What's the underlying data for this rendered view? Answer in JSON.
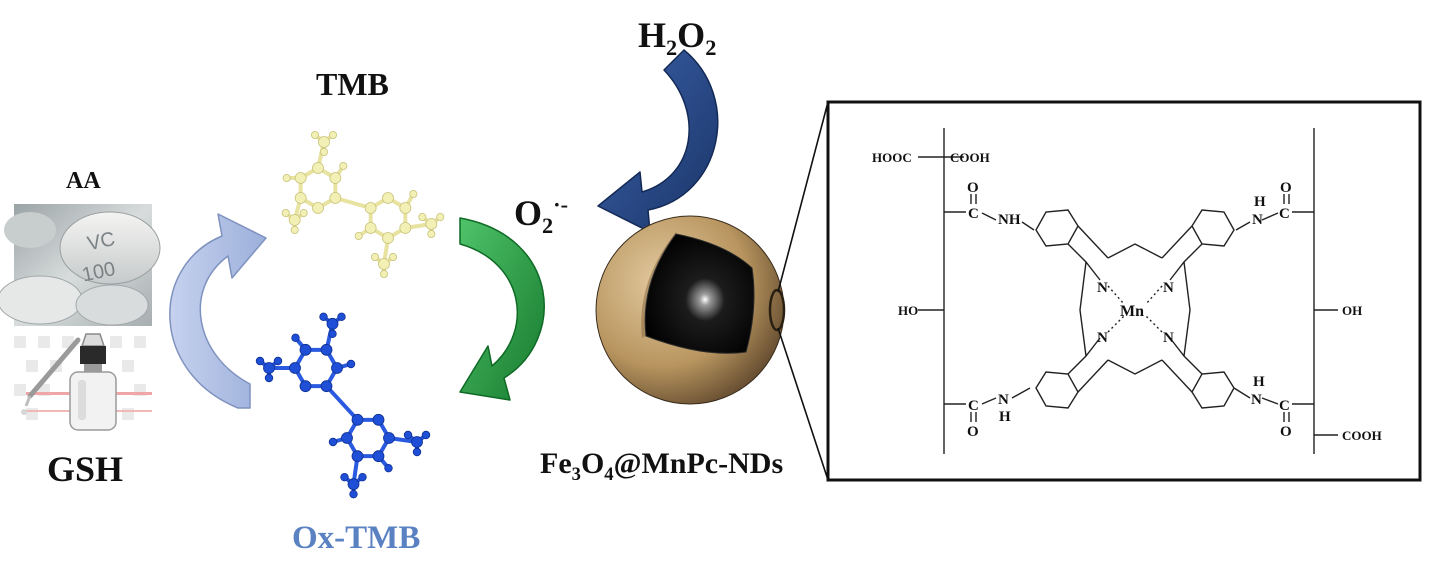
{
  "labels": {
    "tmb": "TMB",
    "aa": "AA",
    "gsh": "GSH",
    "ox_tmb": "Ox-TMB",
    "h2o2": {
      "a": "H",
      "b": "2",
      "c": "O",
      "d": "2"
    },
    "o2_radical": {
      "a": "O",
      "b": "2",
      "c": "·-"
    },
    "nanozyme": {
      "a": "Fe",
      "b": "3",
      "c": "O",
      "d": "4",
      "e": "@MnPc-NDs"
    }
  },
  "tablet_text": {
    "line1": "VC",
    "line2": "100"
  },
  "structure": {
    "hooc_top_left": "HOOC",
    "cooh_top_right": "COOH",
    "ho_left": "HO",
    "oh_right": "OH",
    "cooh_bottom_right": "COOH",
    "metal": "Mn",
    "nitrogen": "N",
    "nh": "NH",
    "n_letter": "N",
    "h_letter": "H",
    "c_letter": "C",
    "o_letter": "O"
  },
  "colors": {
    "ox_tmb_text": "#5a82c2",
    "tmb_atoms": "#f3f0b6",
    "ox_tmb_atoms": "#1f4fd6",
    "arrow_light_blue": "#b4c3e6",
    "arrow_green": "#1f9a3a",
    "arrow_navy": "#22417e",
    "shell": "#c9a979",
    "core": "#050505"
  }
}
